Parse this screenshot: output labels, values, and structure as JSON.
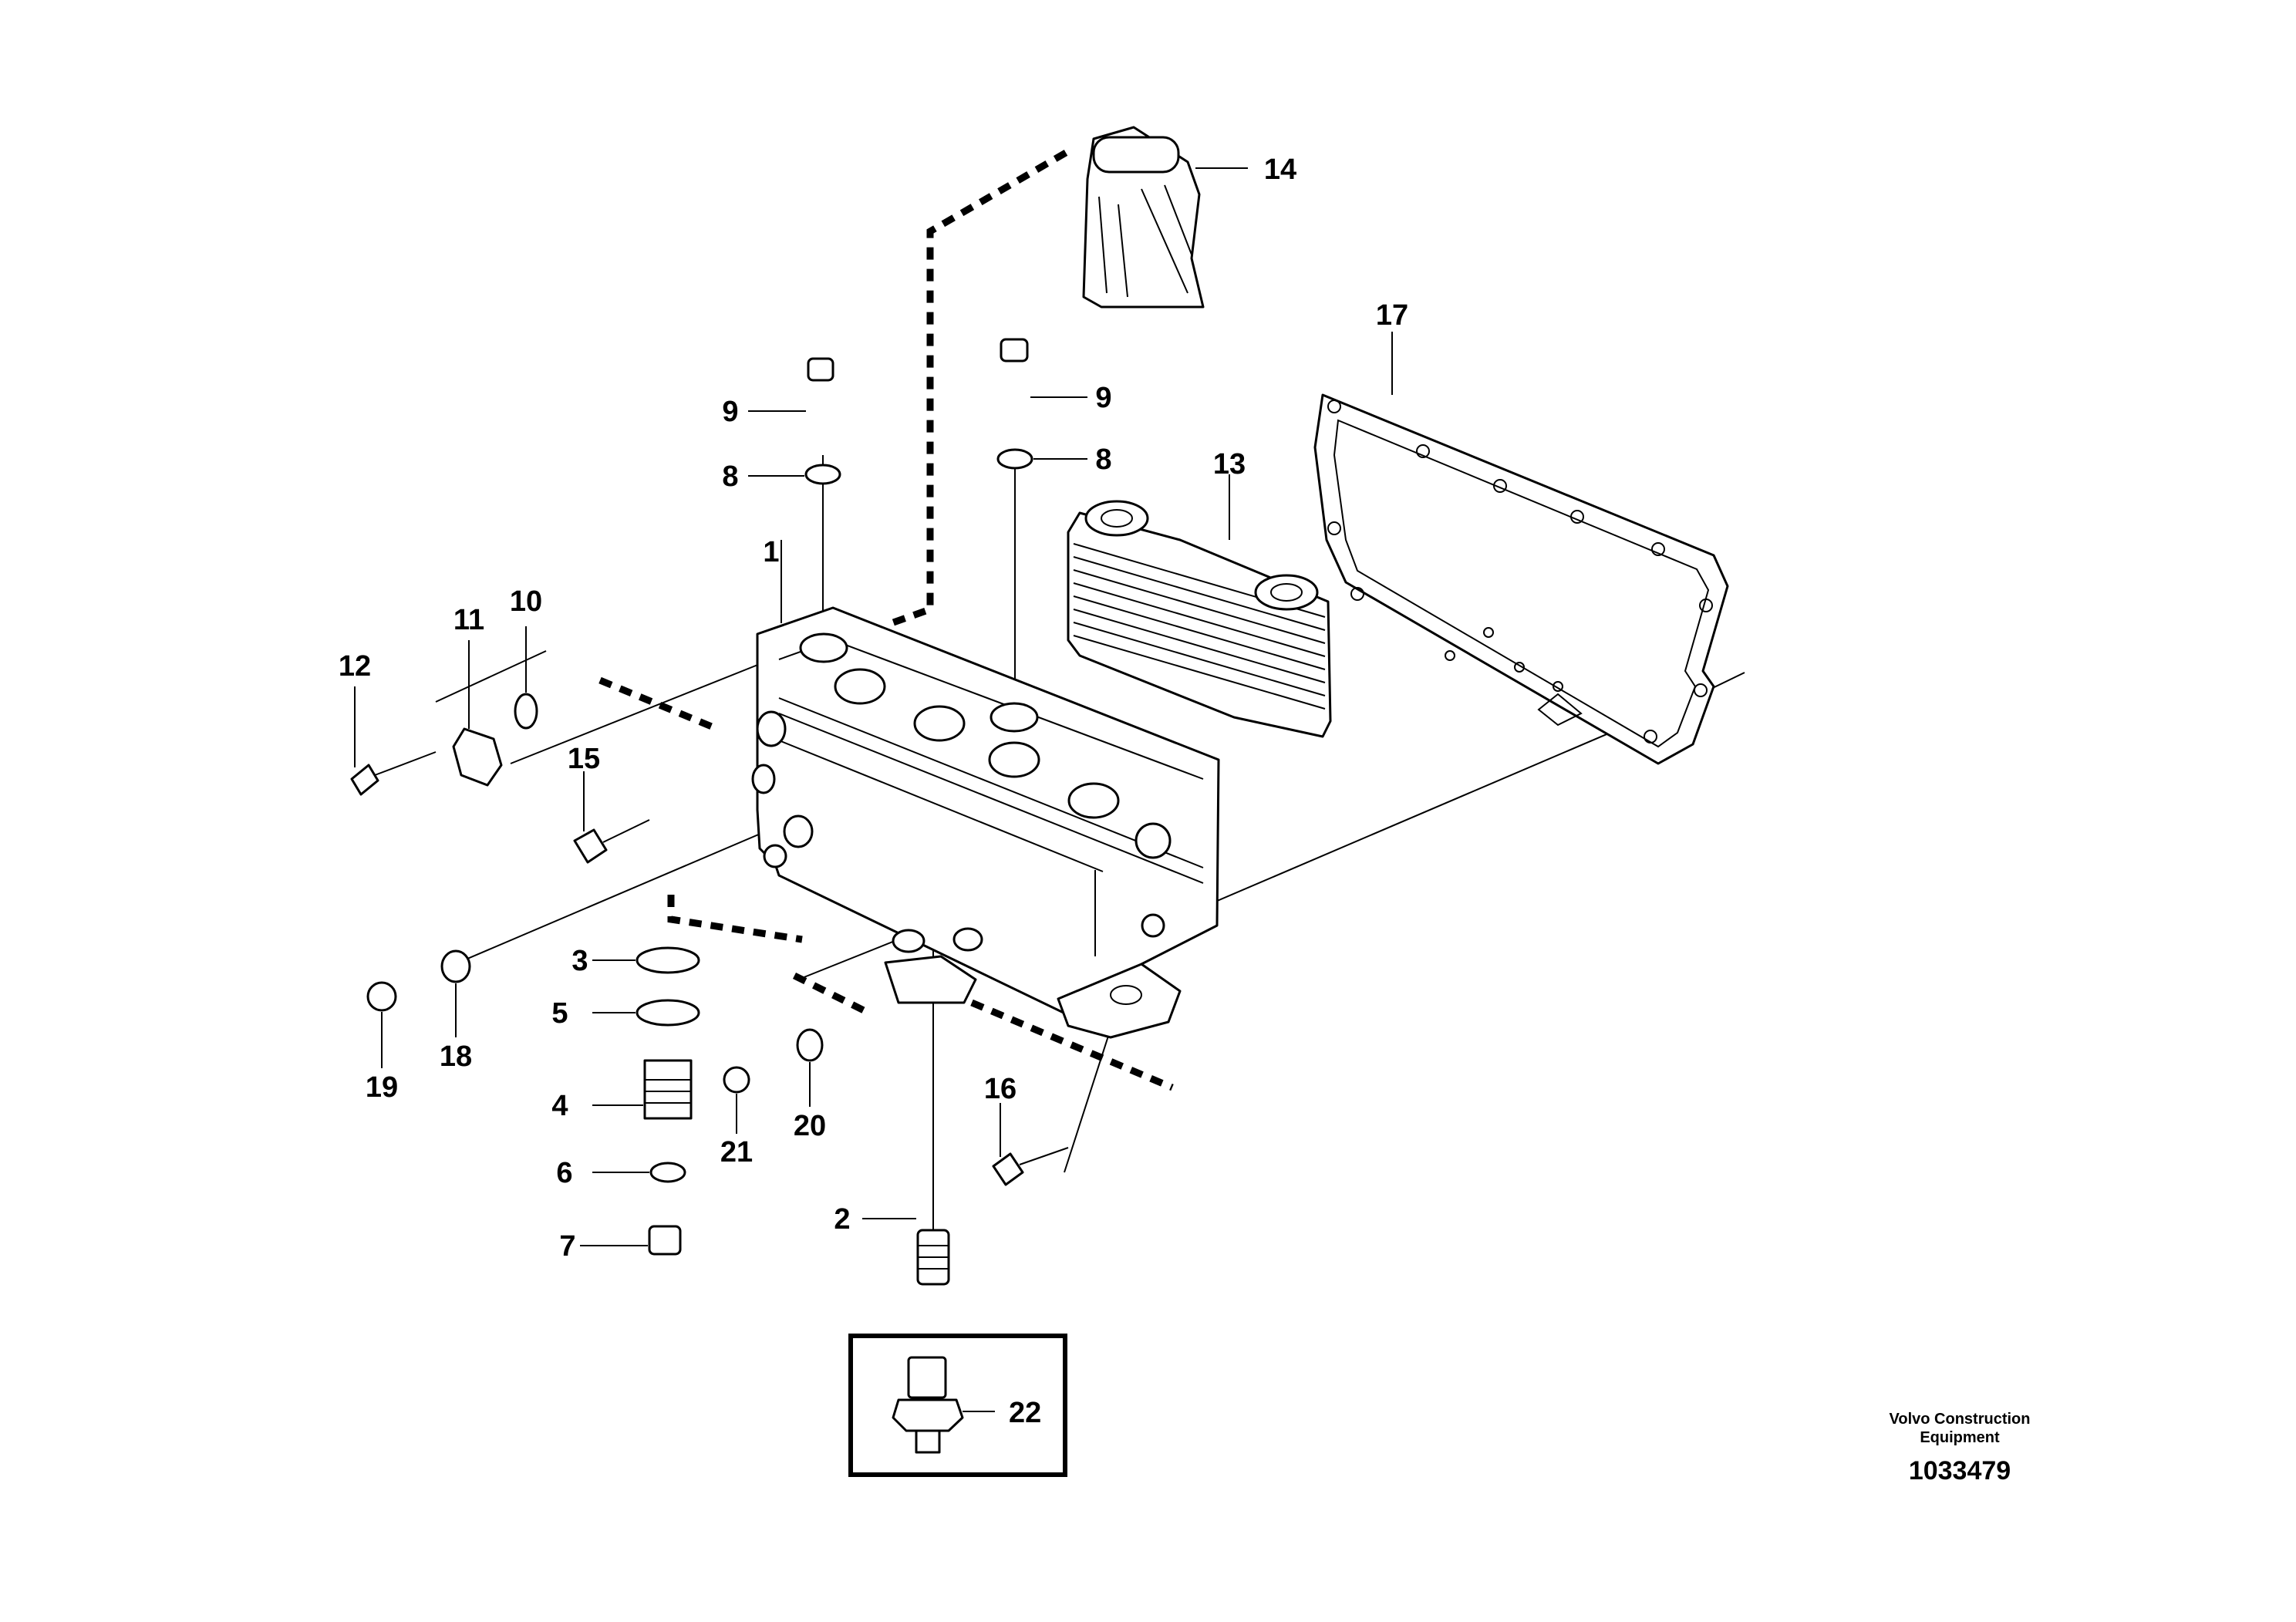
{
  "diagram": {
    "callouts": [
      {
        "id": "c1",
        "label": "1"
      },
      {
        "id": "c2",
        "label": "2"
      },
      {
        "id": "c3",
        "label": "3"
      },
      {
        "id": "c4",
        "label": "4"
      },
      {
        "id": "c5",
        "label": "5"
      },
      {
        "id": "c6",
        "label": "6"
      },
      {
        "id": "c7",
        "label": "7"
      },
      {
        "id": "c8a",
        "label": "8"
      },
      {
        "id": "c8b",
        "label": "8"
      },
      {
        "id": "c9a",
        "label": "9"
      },
      {
        "id": "c9b",
        "label": "9"
      },
      {
        "id": "c10",
        "label": "10"
      },
      {
        "id": "c11",
        "label": "11"
      },
      {
        "id": "c12",
        "label": "12"
      },
      {
        "id": "c13",
        "label": "13"
      },
      {
        "id": "c14",
        "label": "14"
      },
      {
        "id": "c15",
        "label": "15"
      },
      {
        "id": "c16",
        "label": "16"
      },
      {
        "id": "c17",
        "label": "17"
      },
      {
        "id": "c18",
        "label": "18"
      },
      {
        "id": "c19",
        "label": "19"
      },
      {
        "id": "c20",
        "label": "20"
      },
      {
        "id": "c21",
        "label": "21"
      },
      {
        "id": "c22",
        "label": "22"
      }
    ],
    "credit_line1": "Volvo Construction",
    "credit_line2": "Equipment",
    "document_number": "1033479"
  }
}
